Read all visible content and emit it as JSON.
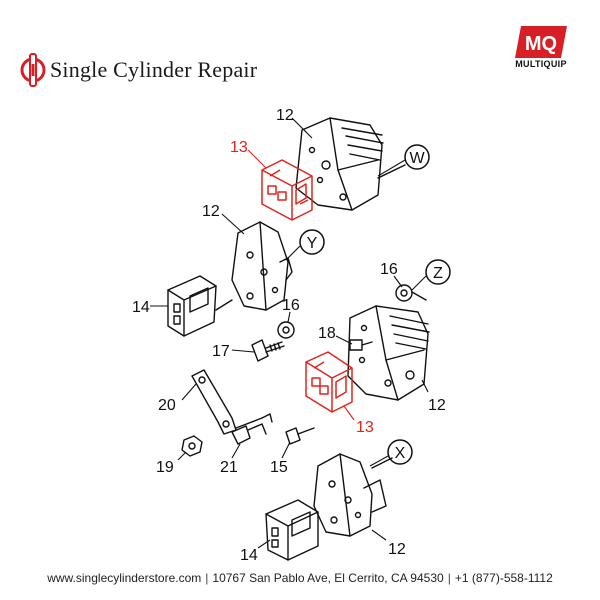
{
  "header": {
    "brand_name": "Single Cylinder Repair",
    "mq_mark": "MQ",
    "mq_name": "MULTIQUIP",
    "accent_color": "#d72025"
  },
  "diagram": {
    "callouts": {
      "c12_w": "12",
      "c13_top": "13",
      "c12_y": "12",
      "c14_mid": "14",
      "c16_mid": "16",
      "c16_top": "16",
      "c17": "17",
      "c18": "18",
      "c12_z": "12",
      "c13_bottom": "13",
      "c20": "20",
      "c19": "19",
      "c21": "21",
      "c15": "15",
      "c14_bottom": "14",
      "c12_x": "12"
    },
    "group_labels": {
      "w": "W",
      "y": "Y",
      "z": "Z",
      "x": "X"
    },
    "highlight_color": "#e0241c"
  },
  "footer": {
    "website": "www.singlecylinderstore.com",
    "address": "10767 San Pablo Ave, El Cerrito, CA 94530",
    "phone": "+1 (877)-558-1112"
  }
}
